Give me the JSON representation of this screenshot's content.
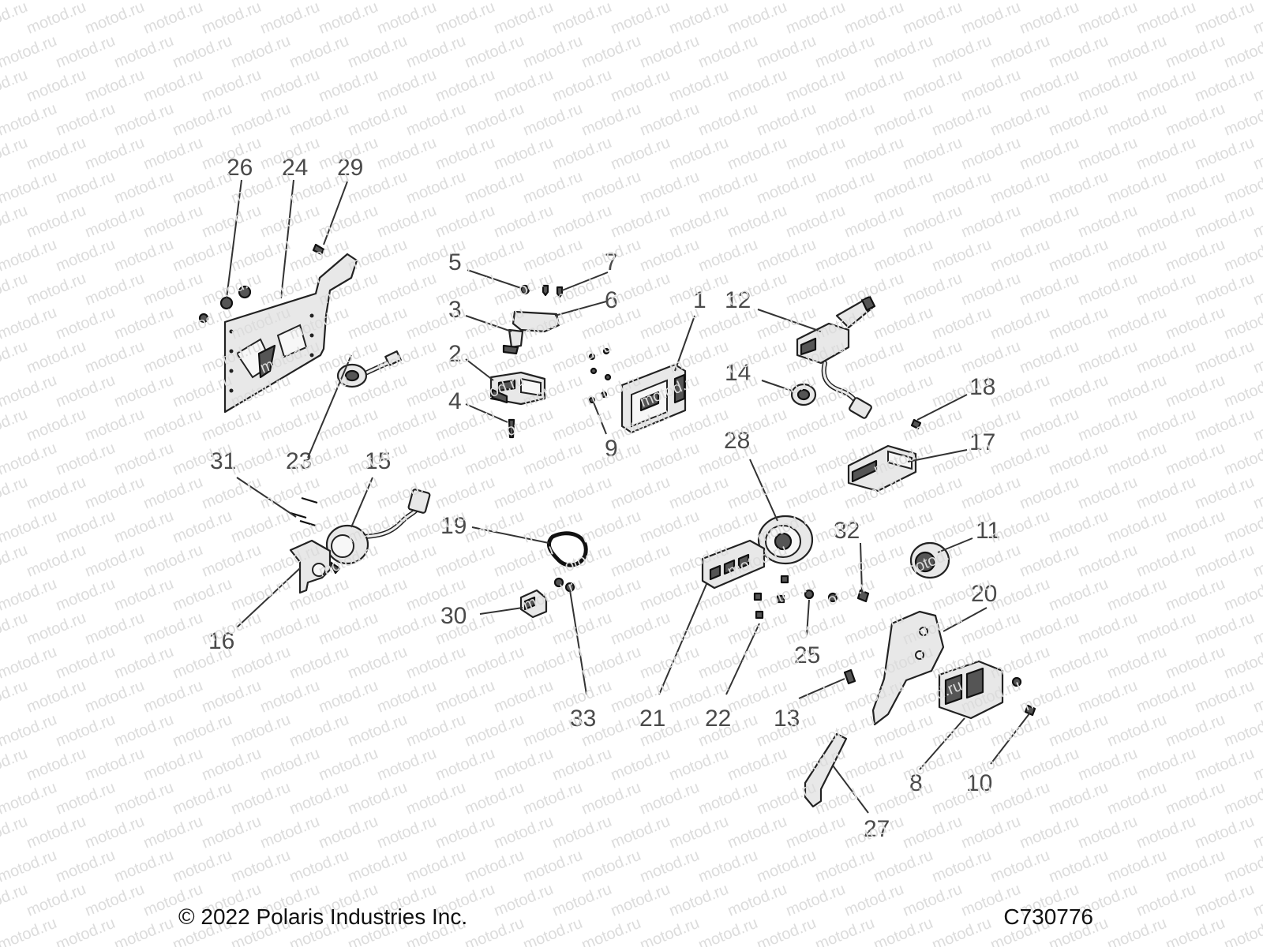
{
  "watermark": {
    "text": "motod.ru",
    "color": "#dcdcdc"
  },
  "footer": {
    "copyright": "© 2022 Polaris Industries Inc.",
    "figure_code": "C730776"
  },
  "callouts": [
    "1",
    "2",
    "3",
    "4",
    "5",
    "6",
    "7",
    "8",
    "9",
    "10",
    "11",
    "12",
    "13",
    "14",
    "15",
    "16",
    "17",
    "18",
    "19",
    "20",
    "21",
    "22",
    "23",
    "24",
    "25",
    "26",
    "27",
    "28",
    "29",
    "30",
    "31",
    "32",
    "33"
  ]
}
